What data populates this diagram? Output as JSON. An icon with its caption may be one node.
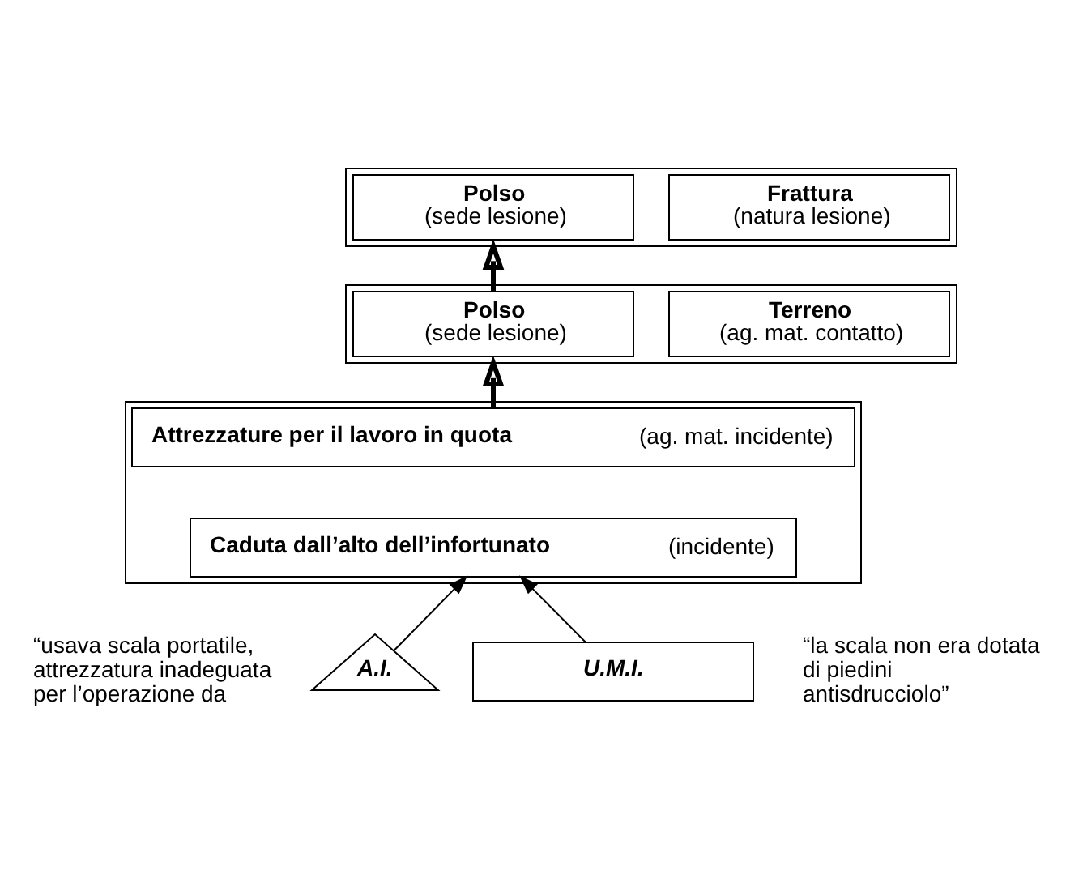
{
  "diagram": {
    "nodes": [
      {
        "text": [],
        "shape": "box"
      },
      {
        "text": [
          "Polso",
          "(sede lesione)"
        ],
        "in": 0
      },
      {
        "text": [
          "Frattura",
          "(natura lesione)"
        ],
        "in": 0
      },
      {
        "text": [],
        "shape": "box"
      },
      {
        "text": [
          "Polso",
          "(sede lesione)"
        ],
        "in": 3
      },
      {
        "text": [
          "Terreno",
          "(ag. mat. contatto)"
        ],
        "in": 3
      },
      {
        "text": [],
        "shape": "box"
      },
      {
        "text": [
          "**Attrezzature per il lavoro in quota** (ag. mat. incidente)"
        ],
        "in": 6
      },
      {
        "text": [
          "**Caduta dall’alto dell’infortunato** (incidente)"
        ],
        "in": 6
      },
      {
        "text": [
          "A.I."
        ],
        "beside": [
          "“usava scala portatile, attrezzatura inadeguata per l’operazione da"
        ]
      },
      {
        "text": [
          "U.M.I."
        ],
        "beside": [
          "“la scala non era dotata di piedini antisdrucciolo”"
        ]
      }
    ],
    "edges": [
      {
        "from": 6,
        "to": 3,
        "arrow": "to",
        "style": "thick"
      },
      {
        "from": 3,
        "to": 0,
        "arrow": "to",
        "style": "thick"
      },
      {
        "from": 9,
        "to": 8,
        "arrow": "to"
      },
      {
        "from": 10,
        "to": 8,
        "arrow": "to"
      }
    ]
  }
}
